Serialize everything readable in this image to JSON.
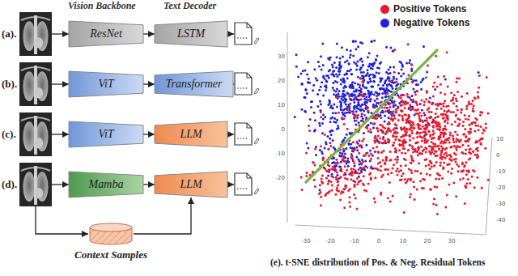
{
  "diagram": {
    "caption": "(e). t-SNE distribution of Pos. & Neg. Residual Tokens",
    "nodes": [
      {
        "text": [
          "ResNet"
        ]
      },
      {
        "text": [
          "LSTM"
        ]
      },
      {
        "text": [
          "ViT"
        ]
      },
      {
        "text": [
          "Transformer"
        ]
      },
      {
        "text": [
          "ViT"
        ]
      },
      {
        "text": [
          "LLM"
        ]
      },
      {
        "text": [
          "Mamba"
        ]
      },
      {
        "text": [
          "LLM"
        ]
      },
      {
        "text": [
          "Context Samples"
        ]
      }
    ],
    "edges": [
      {
        "from": 0,
        "to": 1,
        "arrow": "to"
      },
      {
        "from": 2,
        "to": 3,
        "arrow": "to"
      },
      {
        "from": 4,
        "to": 5,
        "arrow": "to"
      },
      {
        "from": 6,
        "to": 7,
        "arrow": "to"
      },
      {
        "from": 8,
        "to": 7,
        "arrow": "to"
      }
    ],
    "labels": [
      "Vision Backbone",
      "Text Decoder",
      "(a).",
      "(b).",
      "(c).",
      "(d).",
      "30",
      "20",
      "10",
      "0",
      "-10",
      "-20",
      "-30",
      "-20",
      "-10",
      "0",
      "10",
      "20",
      "30",
      "10",
      "0",
      "-10",
      "-20",
      "-30",
      "-40"
    ],
    "legend": [
      {
        "text": "Positive Tokens",
        "color": "#e8192c"
      },
      {
        "text": "Negative Tokens",
        "color": "#2222d8"
      }
    ]
  }
}
